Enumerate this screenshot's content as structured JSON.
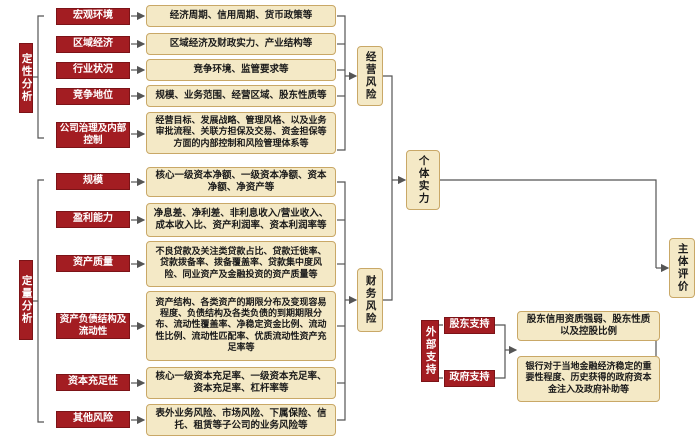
{
  "qualitative": {
    "label": "定性分析",
    "items": [
      {
        "name": "宏观环境",
        "desc": "经济周期、信用周期、货币政策等"
      },
      {
        "name": "区域经济",
        "desc": "区域经济及财政实力、产业结构等"
      },
      {
        "name": "行业状况",
        "desc": "竞争环境、监管要求等"
      },
      {
        "name": "竞争地位",
        "desc": "规模、业务范围、经营区域、股东性质等"
      },
      {
        "name": "公司治理及内部控制",
        "desc": "经营目标、发展战略、管理风格、以及业务审批流程、关联方担保及交易、资金担保等方面的内部控制和风险管理体系等"
      }
    ]
  },
  "quantitative": {
    "label": "定量分析",
    "items": [
      {
        "name": "规模",
        "desc": "核心一级资本净额、一级资本净额、资本净额、净资产等"
      },
      {
        "name": "盈利能力",
        "desc": "净息差、净利差、非利息收入/营业收入、成本收入比、资产利润率、资本利润率等"
      },
      {
        "name": "资产质量",
        "desc": "不良贷款及关注类贷款占比、贷款迁徙率、贷款拨备率、拨备覆盖率、贷款集中度风险、同业资产及金融投资的资产质量等"
      },
      {
        "name": "资产负债结构及流动性",
        "desc": "资产结构、各类资产的期限分布及变现容易程度、负债结构及各类负债的到期期限分布、流动性覆盖率、净稳定资金比例、流动性比例、流动性匹配率、优质流动性资产充足率等"
      },
      {
        "name": "资本充足性",
        "desc": "核心一级资本充足率、一级资本充足率、资本充足率、杠杆率等"
      },
      {
        "name": "其他风险",
        "desc": "表外业务风险、市场风险、下属保险、信托、租赁等子公司的业务风险等"
      }
    ]
  },
  "mid": {
    "operating_risk": "经营风险",
    "financial_risk": "财务风险",
    "individual_strength": "个体实力",
    "subject_rating": "主体评价"
  },
  "external": {
    "label": "外部支持",
    "items": [
      {
        "name": "股东支持",
        "desc": "股东信用资质强弱、股东性质以及控股比例"
      },
      {
        "name": "政府支持",
        "desc": "银行对于当地金融经济稳定的重要性程度、历史获得的政府资本金注入及政府补助等"
      }
    ]
  },
  "colors": {
    "red": "#a31d22",
    "tan": "#f4e9c6",
    "tan_border": "#c9a867",
    "line": "#555555"
  }
}
